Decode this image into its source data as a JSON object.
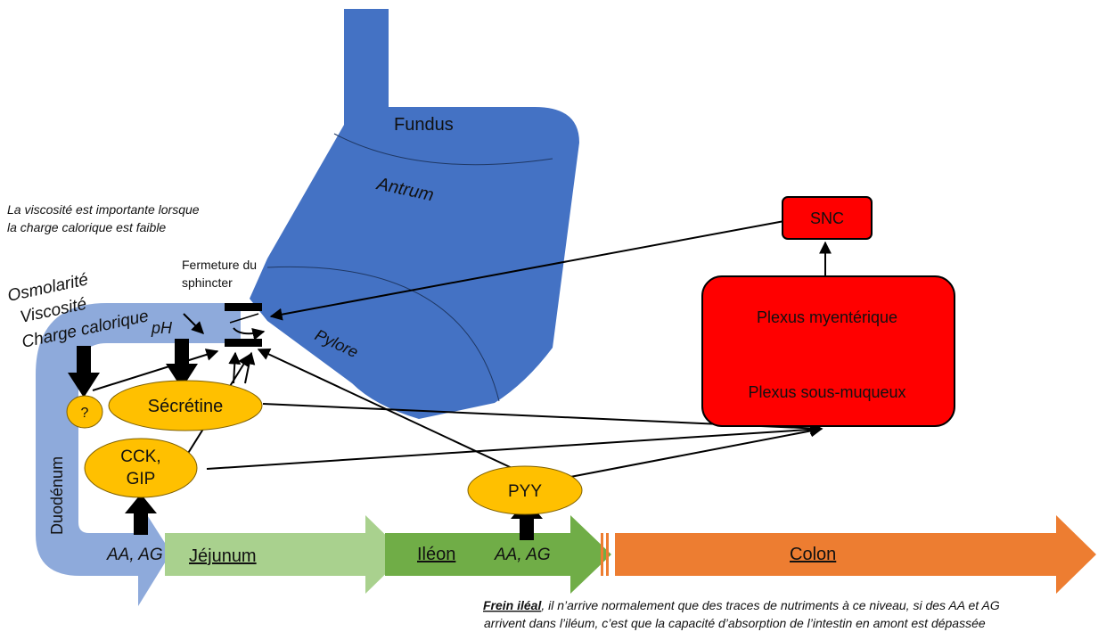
{
  "stomach": {
    "fundus": "Fundus",
    "antrum": "Antrum",
    "pylore": "Pylore"
  },
  "notes": {
    "viscosity_line1": "La viscosité est importante lorsque",
    "viscosity_line2": "la charge calorique est faible",
    "sphincter_line1": "Fermeture du",
    "sphincter_line2": "sphincter"
  },
  "factors": {
    "osmolarite": "Osmolarité",
    "viscosite": "Viscosité",
    "charge": "Charge calorique",
    "ph": "pH"
  },
  "hormones": {
    "unknown": "?",
    "secretine": "Sécrétine",
    "cck_line1": "CCK,",
    "cck_line2": "GIP",
    "pyy": "PYY"
  },
  "nervous": {
    "snc": "SNC",
    "myenterique": "Plexus myentérique",
    "sous_muqueux": "Plexus sous-muqueux"
  },
  "intestine": {
    "duodenum": "Duodénum",
    "jejunum": "Jéjunum",
    "ileon": "Iléon",
    "colon": "Colon",
    "nutrients_1": "AA, AG",
    "nutrients_2": "AA, AG"
  },
  "footnote": {
    "bold": "Frein iléal",
    "line1_rest": ", il n’arrive normalement que des traces de nutriments à ce niveau, si des AA et AG",
    "line2": "arrivent dans l’iléum, c’est que la capacité d’absorption de l’intestin en amont est dépassée"
  },
  "colors": {
    "stomach": "#4472c4",
    "duodenum": "#8eaadb",
    "jejunum": "#a9d18e",
    "ileon": "#70ad47",
    "colon": "#ed7d31",
    "hormone": "#ffc000",
    "nervous": "#ff0000"
  }
}
